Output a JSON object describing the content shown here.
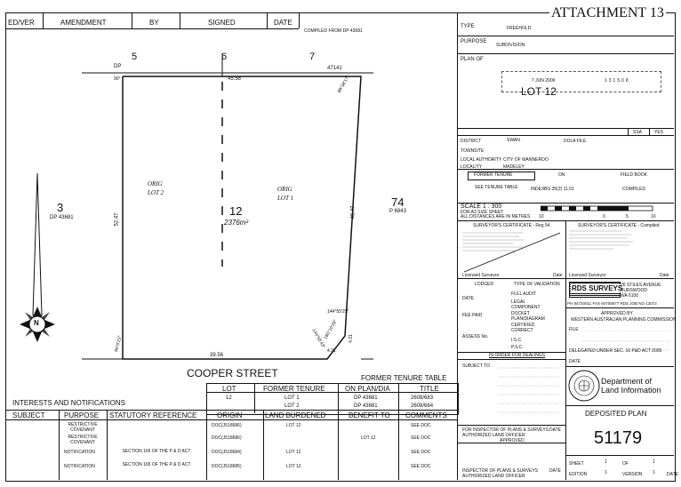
{
  "attachment": "ATTACHMENT 13",
  "amend_header": {
    "edver": "ED/VER",
    "amendment": "AMENDMENT",
    "by": "BY",
    "signed": "SIGNED",
    "date": "DATE"
  },
  "compiled_from": "COMPILED FROM DP 43681",
  "plan": {
    "lot_top": [
      "5",
      "6",
      "7"
    ],
    "dp_label": "DP",
    "num_47141": "47141",
    "dim_top": "45.58",
    "dim_bottom": "39.56",
    "dim_left": "52.47",
    "dim_right": "46.47",
    "angle_tl": "90°",
    "angle_tr": "89°38'17\"",
    "angle_bl": "90°0'22\"",
    "angle_br1": "144°55'29\"",
    "angle_br2": "180°10'29\"",
    "angle_br3": "144°55'43\"",
    "dim_br1": "4.31",
    "dim_br2": "4.31",
    "lot_center": "12",
    "area": "2376m²",
    "lot_left": "3",
    "lot_left_dp": "DP 43681",
    "lot_right": "74",
    "lot_right_p": "P 6843",
    "hand_left": "ORIG\nLOT 2",
    "hand_right": "ORIG\nLOT 1",
    "street": "COOPER STREET",
    "north": "N"
  },
  "former_tenure": {
    "title": "FORMER TENURE TABLE",
    "headers": [
      "LOT",
      "FORMER TENURE",
      "ON PLAN/DIA",
      "TITLE"
    ],
    "rows": [
      [
        "12",
        "LOT 1",
        "DP 43681",
        "2608/683"
      ],
      [
        "",
        "LOT 2",
        "DP 43681",
        "2608/684"
      ]
    ]
  },
  "interests": {
    "title": "INTERESTS AND NOTIFICATIONS",
    "headers": [
      "SUBJECT",
      "PURPOSE",
      "STATUTORY REFERENCE",
      "ORIGIN",
      "LAND BURDENED",
      "BENEFIT TO",
      "COMMENTS"
    ],
    "rows": [
      [
        "",
        "RESTRICTIVE COVENANT",
        "",
        "DOC(J518686)",
        "LOT 12",
        "",
        "SEE DOC"
      ],
      [
        "",
        "RESTRICTIVE COVENANT",
        "",
        "DOC(J518686)",
        "",
        "LOT 12",
        "SEE DOC"
      ],
      [
        "",
        "NOTIFICATION",
        "SECTION 165 OF THE P & D ACT",
        "DOC(J518684)",
        "LOT 12",
        "",
        "SEE DOC"
      ],
      [
        "",
        "NOTIFICATION",
        "SECTION 165 OF THE P & D ACT",
        "DOC(J518685)",
        "LOT 12",
        "",
        "SEE DOC"
      ]
    ]
  },
  "right": {
    "type_label": "TYPE",
    "type_value": "FREEHOLD",
    "purpose_label": "PURPOSE",
    "purpose_value": "SUBDIVISION",
    "plan_of_label": "PLAN OF",
    "plan_of_value": "LOT 12",
    "stamp_date": "7 JUN 2006",
    "stamp_num": "131508",
    "ssa": "SSA",
    "yes": "YES",
    "district_label": "DISTRICT",
    "district_value": "SWAN",
    "dola_file": "DOLA FILE",
    "townsite_label": "TOWNSITE",
    "local_auth_label": "LOCAL AUTHORITY",
    "local_auth_value": "CITY OF WANNEROO",
    "locality_label": "LOCALITY",
    "locality_value": "MADELEY",
    "former_tenure_label": "FORMER TENURE",
    "on_label": "ON",
    "field_book": "FIELD BOOK",
    "see_tenure": "SEE TENURE TABLE",
    "index": "INDEX",
    "index_value": "BG 35(2) 11.01",
    "compiled": "COMPILED",
    "scale": "SCALE 1 : 300",
    "scale_note1": "FOR A3 SIZE SHEET",
    "scale_note2": "ALL DISTANCES ARE IN METRES",
    "scale_ticks": [
      "10",
      "0",
      "5",
      "10"
    ],
    "surveyor_cert": "SURVEYOR'S CERTIFICATE - Reg 54",
    "surveyor_cert2": "SURVEYOR'S CERTIFICATE - Compiled",
    "licensed_surveyor": "Licensed Surveyor",
    "date": "Date",
    "lodged": "LODGED",
    "type_validation": "TYPE OF VALIDATION",
    "full_audit": "FULL AUDIT",
    "legal_component": "LEGAL COMPONENT",
    "docket": "DOCKET PLAN/DIAGRAM",
    "certified": "CERTIFIED CORRECT",
    "fee_paid": "FEE PAID",
    "assess": "ASSESS No.",
    "ic": "I.S.C.",
    "pc": "P.S.C.",
    "date_label": "DATE",
    "order": "IN ORDER FOR DEALINGS",
    "subject_to": "SUBJECT TO",
    "inspector": "FOR INSPECTOR OF PLANS & SURVEYS",
    "authorized": "AUTHORIZED LAND OFFICER",
    "approved": "APPROVED",
    "inspector2": "INSPECTOR OF PLANS & SURVEYS",
    "authorized2": "AUTHORIZED LAND OFFICER",
    "rds_name": "RDS SURVEYS",
    "rds_addr": "26 STILES AVENUE\nBURSWOOD\nWA 6100",
    "rds_phone": "PH 94720011  FAX 94705977  RDS JOB NO 13072",
    "approved_by": "APPROVED BY",
    "wapc": "WESTERN AUSTRALIAN PLANNING COMMISSION",
    "file_label": "FILE",
    "delegated": "DELEGATED UNDER SEC. 16 P&D ACT 2005",
    "date2": "DATE",
    "dept1": "Department of",
    "dept2": "Land Information",
    "deposited_plan": "DEPOSITED PLAN",
    "plan_number": "51179",
    "sheet": "SHEET",
    "sheet_num": "1",
    "of": "OF",
    "of_num": "1",
    "edition": "EDITION",
    "edition_num": "1",
    "version": "VERSION",
    "version_num": "1",
    "date_bottom": "DATE"
  }
}
